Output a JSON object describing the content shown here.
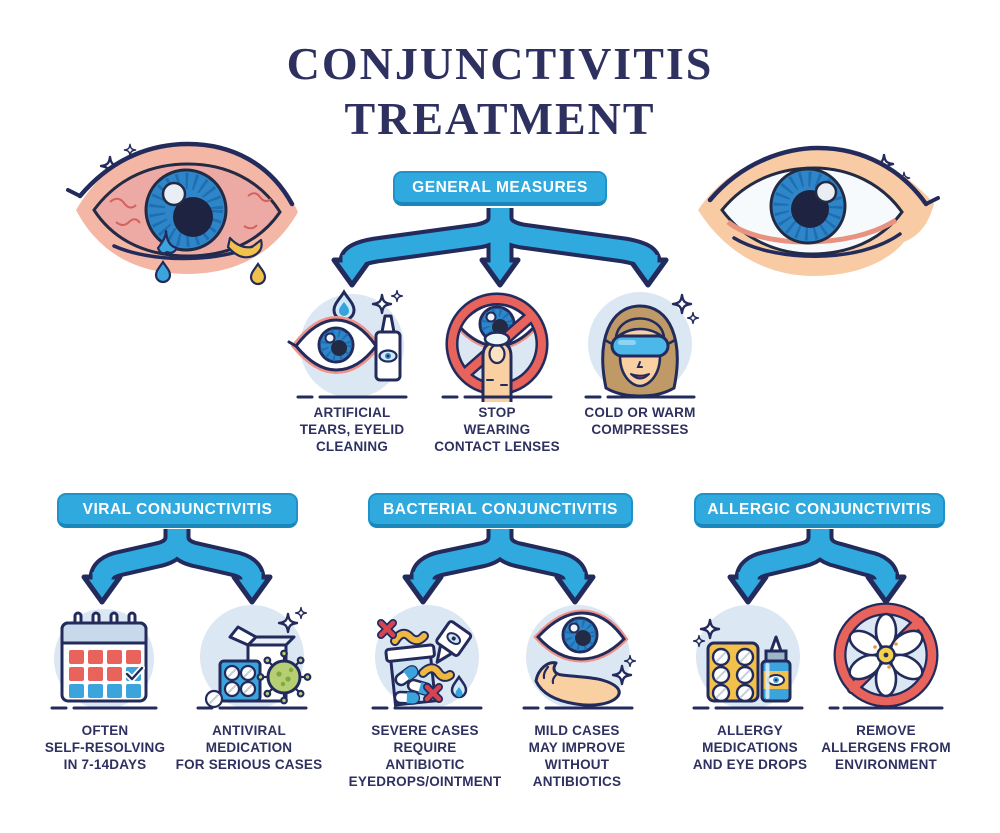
{
  "title": {
    "line1": "CONJUNCTIVITIS",
    "line2": "TREATMENT"
  },
  "decorations": {
    "left_illustration": "inflamed-eye-with-tear-and-discharge",
    "right_illustration": "healthy-eye"
  },
  "general": {
    "label": "GENERAL MEASURES",
    "items": [
      {
        "icon": "artificial-tears-icon",
        "label": "ARTIFICIAL\nTEARS, EYELID\nCLEANING"
      },
      {
        "icon": "no-contact-lenses-icon",
        "label": "STOP\nWEARING\nCONTACT LENSES"
      },
      {
        "icon": "eye-compress-mask-icon",
        "label": "COLD OR WARM\nCOMPRESSES"
      }
    ]
  },
  "sections": [
    {
      "label": "VIRAL CONJUNCTIVITIS",
      "items": [
        {
          "icon": "calendar-icon",
          "label": "OFTEN\nSELF-RESOLVING\nIN 7-14DAYS"
        },
        {
          "icon": "antiviral-medication-icon",
          "label": "ANTIVIRAL\nMEDICATION\nFOR SERIOUS CASES"
        }
      ]
    },
    {
      "label": "BACTERIAL CONJUNCTIVITIS",
      "items": [
        {
          "icon": "antibiotic-eyedrops-icon",
          "label": "SEVERE CASES\nREQUIRE\nANTIBIOTIC\nEYEDROPS/OINTMENT"
        },
        {
          "icon": "eye-in-hand-icon",
          "label": "MILD CASES\nMAY IMPROVE\nWITHOUT\nANTIBIOTICS"
        }
      ]
    },
    {
      "label": "ALLERGIC CONJUNCTIVITIS",
      "items": [
        {
          "icon": "allergy-medication-icon",
          "label": "ALLERGY\nMEDICATIONS\nAND EYE DROPS"
        },
        {
          "icon": "no-allergens-flower-icon",
          "label": "REMOVE\nALLERGENS FROM\nENVIRONMENT"
        }
      ]
    }
  ],
  "colors": {
    "accent_blue": "#2fa9de",
    "outline_navy": "#232b5c",
    "title_navy": "#2e3160",
    "alert_red": "#e8635c",
    "salmon_skin": "#f5b7a5",
    "highlight_yellow": "#f2c14b",
    "virus_green": "#b5cf72",
    "icon_circle_bg": "#dce7f4"
  }
}
